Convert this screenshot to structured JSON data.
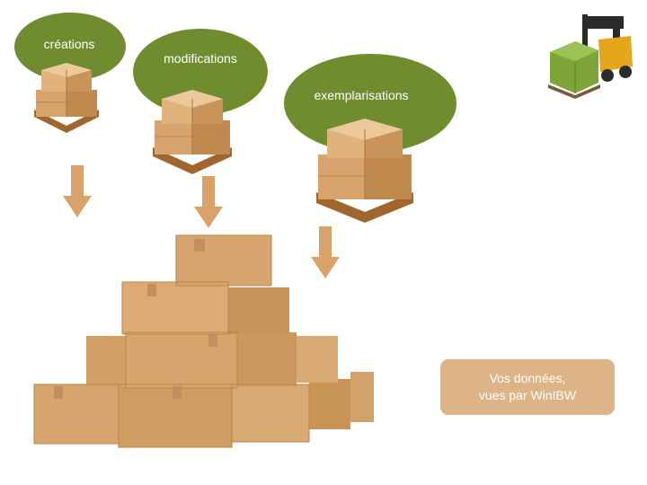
{
  "bubbles": [
    {
      "label": "créations"
    },
    {
      "label": "modifications"
    },
    {
      "label": "exemplarisations"
    }
  ],
  "callout": {
    "line1": "Vos données,",
    "line2": "vues par WinIBW"
  },
  "colors": {
    "bubble": "#6f8c2f",
    "arrow": "#d9a26a",
    "callout": "#dcb487",
    "box": "#d6a46c",
    "box_dark": "#b98648",
    "box_light": "#e6bf8c",
    "pallet": "#a0662e",
    "forklift_body": "#e5a51c",
    "forklift_dark": "#2b2b2b",
    "green_boxes": "#7fa53a"
  },
  "icons": {
    "arrows": [
      "arrow-down-icon",
      "arrow-down-icon",
      "arrow-down-icon"
    ],
    "forklift": "forklift-icon"
  }
}
